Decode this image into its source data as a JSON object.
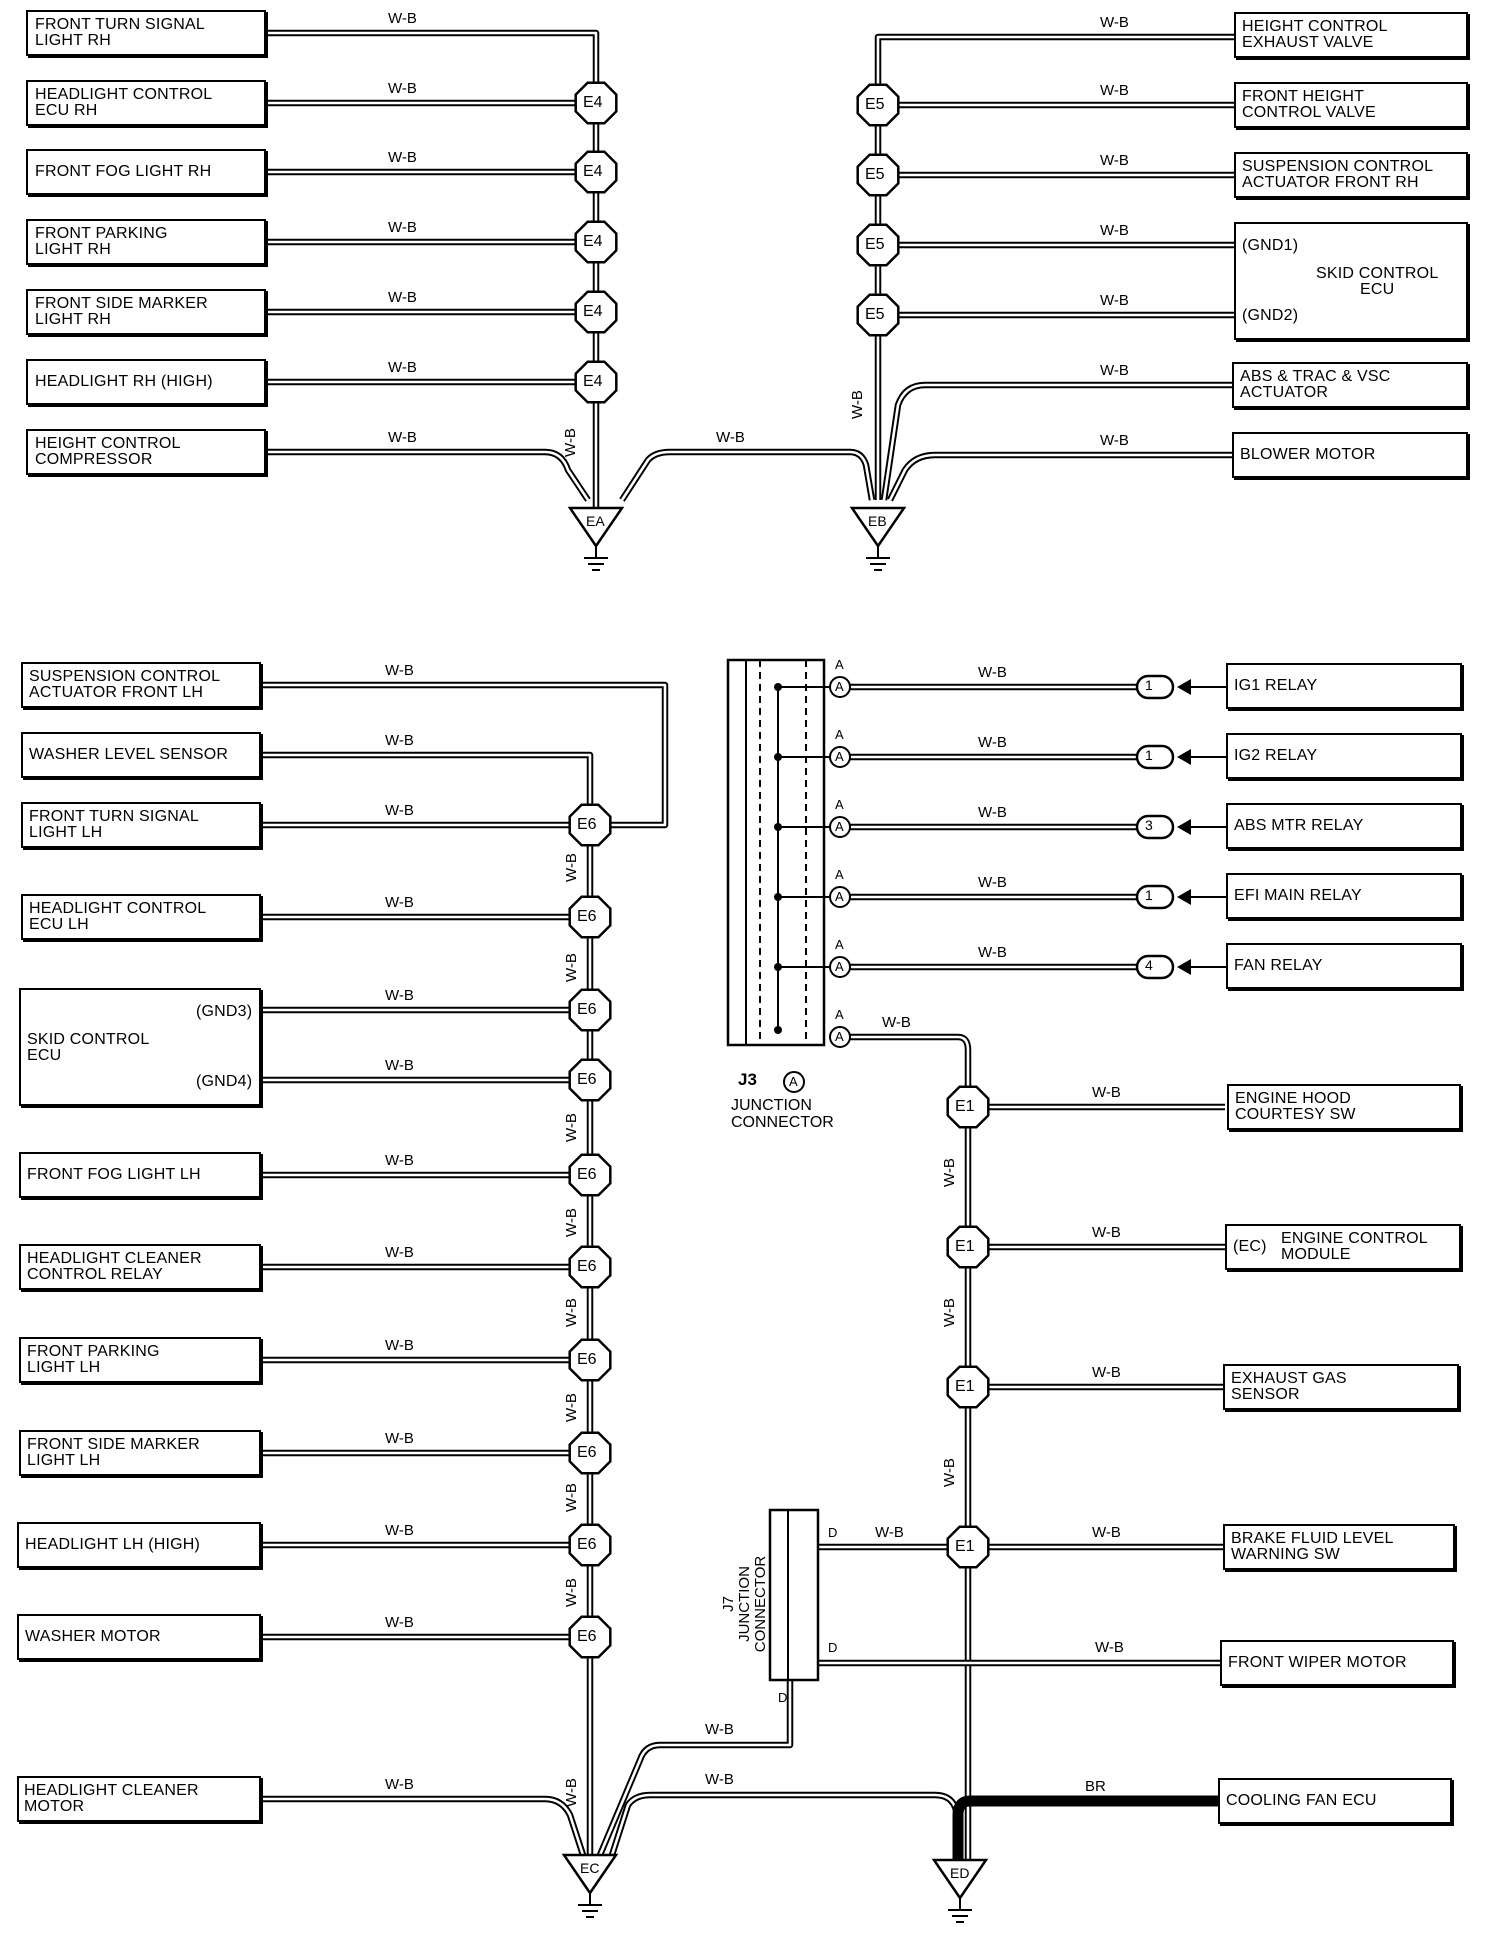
{
  "wire_color": "W-B",
  "wire_color_br": "BR",
  "grounds": {
    "ea": "EA",
    "eb": "EB",
    "ec": "EC",
    "ed": "ED"
  },
  "splices": {
    "e4": "E4",
    "e5": "E5",
    "e6": "E6",
    "e1": "E1"
  },
  "pin_a": "A",
  "pin_d": "D",
  "j3": {
    "id": "J3",
    "pin": "A",
    "line1": "JUNCTION",
    "line2": "CONNECTOR"
  },
  "j7": {
    "label": "J7\nJUNCTION\nCONNECTOR"
  },
  "components": {
    "front_turn_signal_rh": "FRONT TURN SIGNAL\nLIGHT RH",
    "headlight_ctrl_ecu_rh": "HEADLIGHT CONTROL\nECU RH",
    "front_fog_rh": "FRONT FOG LIGHT RH",
    "front_parking_rh": "FRONT PARKING\nLIGHT RH",
    "front_side_marker_rh": "FRONT SIDE MARKER\nLIGHT RH",
    "headlight_rh_high": "HEADLIGHT RH (HIGH)",
    "height_ctrl_compressor": "HEIGHT CONTROL\nCOMPRESSOR",
    "height_ctrl_exhaust_valve": "HEIGHT CONTROL\nEXHAUST VALVE",
    "front_height_ctrl_valve": "FRONT HEIGHT\nCONTROL VALVE",
    "susp_ctrl_act_front_rh": "SUSPENSION CONTROL\nACTUATOR FRONT RH",
    "skid_ctrl_ecu_top": "SKID CONTROL\nECU",
    "gnd1": "(GND1)",
    "gnd2": "(GND2)",
    "abs_trac_vsc": "ABS & TRAC & VSC\nACTUATOR",
    "blower_motor": "BLOWER MOTOR",
    "susp_ctrl_act_front_lh": "SUSPENSION CONTROL\nACTUATOR FRONT LH",
    "washer_level_sensor": "WASHER LEVEL SENSOR",
    "front_turn_signal_lh": "FRONT TURN SIGNAL\nLIGHT LH",
    "headlight_ctrl_ecu_lh": "HEADLIGHT CONTROL\nECU LH",
    "skid_ctrl_ecu_bottom": "SKID CONTROL\nECU",
    "gnd3": "(GND3)",
    "gnd4": "(GND4)",
    "front_fog_lh": "FRONT FOG LIGHT LH",
    "headlight_cleaner_relay": "HEADLIGHT CLEANER\nCONTROL RELAY",
    "front_parking_lh": "FRONT PARKING\nLIGHT LH",
    "front_side_marker_lh": "FRONT SIDE MARKER\nLIGHT LH",
    "headlight_lh_high": "HEADLIGHT LH (HIGH)",
    "washer_motor": "WASHER MOTOR",
    "headlight_cleaner_motor": "HEADLIGHT CLEANER\nMOTOR",
    "ig1_relay": "IG1 RELAY",
    "ig2_relay": "IG2 RELAY",
    "abs_mtr_relay": "ABS MTR RELAY",
    "efi_main_relay": "EFI MAIN RELAY",
    "fan_relay": "FAN RELAY",
    "engine_hood_courtesy": "ENGINE HOOD\nCOURTESY SW",
    "ec_pin": "(EC)",
    "engine_ctrl_module": "ENGINE CONTROL\nMODULE",
    "exhaust_gas_sensor": "EXHAUST GAS\nSENSOR",
    "brake_fluid_level": "BRAKE FLUID LEVEL\nWARNING SW",
    "front_wiper_motor": "FRONT WIPER MOTOR",
    "cooling_fan_ecu": "COOLING FAN ECU"
  },
  "relay_pins": {
    "ig1": "1",
    "ig2": "1",
    "abs_mtr": "3",
    "efi_main": "1",
    "fan": "4"
  }
}
